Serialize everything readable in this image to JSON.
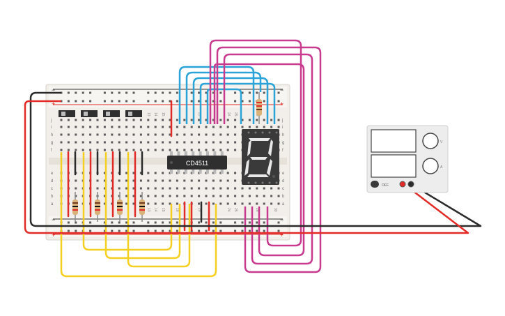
{
  "chip": {
    "label": "CD4511"
  },
  "display": {
    "digit": "8"
  },
  "breadboard": {
    "rows_top": [
      "j",
      "i",
      "h",
      "g",
      "f"
    ],
    "rows_bottom": [
      "e",
      "d",
      "c",
      "b",
      "a"
    ],
    "col_labels_top": [
      "13",
      "14",
      "15",
      "20",
      "24",
      "25",
      "28"
    ],
    "col_labels_bottom": [
      "13",
      "14",
      "15",
      "18",
      "20",
      "24",
      "25",
      "28",
      "30"
    ],
    "rail_plus": "+",
    "rail_minus": "−"
  },
  "power_supply": {
    "off_label": "OFF",
    "knob1_label": "V",
    "knob2_label": "A"
  },
  "colors": {
    "red": "#e22b26",
    "black": "#2b2b2b",
    "yellow": "#f5cf1f",
    "blue": "#2aa4d8",
    "magenta": "#c83a8e",
    "board": "#f0ede8",
    "seg_off": "#4a4a4a",
    "seg_on": "#e8e8e8"
  }
}
